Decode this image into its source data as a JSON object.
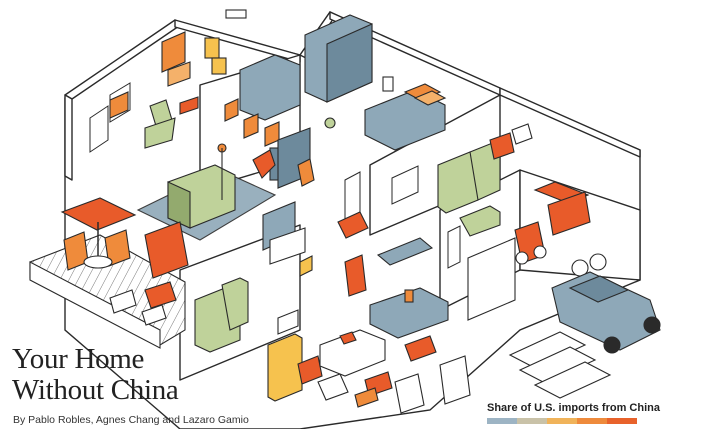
{
  "article": {
    "title_line1": "Your Home",
    "title_line2": "Without China",
    "byline": "By Pablo Robles, Agnes Chang and Lazaro Gamio"
  },
  "legend": {
    "title": "Share of U.S. imports from China",
    "colors": [
      "#9db4c4",
      "#c9c2a8",
      "#f0b35a",
      "#ee8a3c",
      "#e8622b"
    ]
  },
  "colors": {
    "ink": "#2a2a2a",
    "floor": "#ffffff",
    "wall_top": "#ffffff",
    "blue": "#8ea8b8",
    "blue_dark": "#6d8a9c",
    "green": "#bfd29a",
    "green_dark": "#93aa6e",
    "orange": "#ef8b3b",
    "orange_light": "#f4b16a",
    "red_orange": "#e85b2a",
    "yellow": "#f6c24e",
    "grey": "#d9d9d9"
  }
}
